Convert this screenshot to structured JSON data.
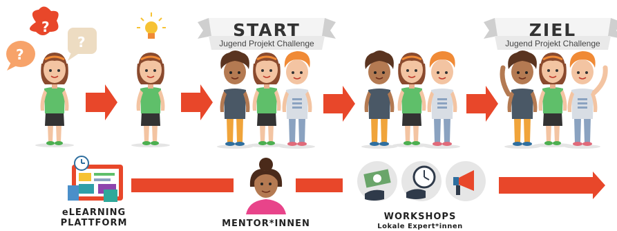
{
  "start_banner": {
    "title": "START",
    "subtitle": "Jugend Projekt Challenge"
  },
  "goal_banner": {
    "title": "ZIEL",
    "subtitle": "Jugend Projekt Challenge"
  },
  "question_marks": [
    "?",
    "?",
    "?"
  ],
  "resources": [
    {
      "label_line1": "eLEARNING",
      "label_line2": "PLATTFORM"
    },
    {
      "label_line1": "MENTOR*INNEN"
    },
    {
      "label_line1": "WORKSHOPS",
      "label_line2": "Lokale Expert*innen"
    }
  ],
  "colors": {
    "arrow": "#e8472a",
    "girl_shirt": "#5fbf6a",
    "boy_vest": "#4a5866",
    "boy2_shirt": "#d8dde4",
    "skin": "#f3c4a2",
    "hair_brown": "#8a4a2e",
    "hair_curly": "#5a3420",
    "hair_blond": "#f08a36",
    "bulb": "#f6c233",
    "banner": "#e9e9e9"
  }
}
